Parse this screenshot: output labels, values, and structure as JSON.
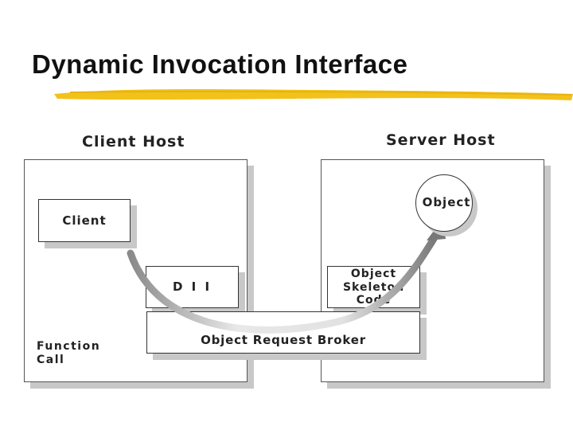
{
  "slide": {
    "title": "Dynamic Invocation Interface"
  },
  "diagram": {
    "client_host_label": "Client Host",
    "server_host_label": "Server Host",
    "client_box": "Client",
    "dii_box": "D I I",
    "object_label": "Object",
    "skeleton_box": [
      "Object",
      "Skeleton",
      "Code"
    ],
    "orb_box": "Object Request Broker",
    "function_call_label": [
      "Function",
      "Call"
    ]
  },
  "colors": {
    "title_underline": "#f2c21b",
    "shadow": "#c8c8c8",
    "arrow_gradient_dark": "#8a8a8a",
    "arrow_gradient_light": "#e6e6e6"
  }
}
